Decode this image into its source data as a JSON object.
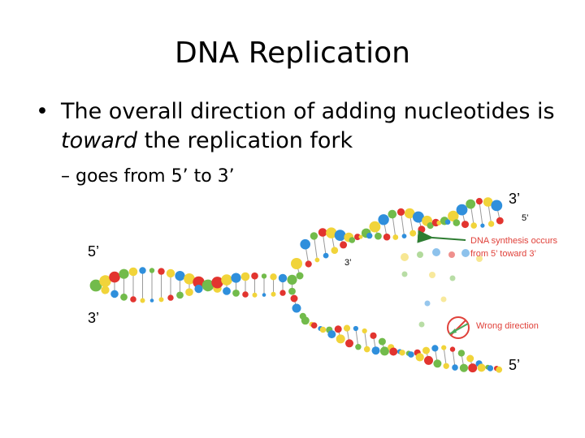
{
  "slide": {
    "title": "DNA Replication",
    "bullet": {
      "marker": "•",
      "text_before": "The overall direction of adding nucleotides is ",
      "text_italic": "toward",
      "text_after": " the replication fork"
    },
    "sub_bullet": {
      "dash": "–",
      "text": "goes from 5’ to 3’"
    }
  },
  "diagram": {
    "labels": {
      "left_top": "5’",
      "left_bottom": "3’",
      "top_strand_3": "3’",
      "top_strand_5": "5’",
      "fork_3": "3’",
      "bottom_5": "5’"
    },
    "annotations": {
      "correct_line1": "DNA synthesis occurs",
      "correct_line2": "from 5’ toward 3’",
      "wrong": "Wrong direction"
    },
    "colors": {
      "blue": "#2f8fdc",
      "yellow": "#f1d43a",
      "red": "#e2342f",
      "green": "#72bb4b",
      "arrow_green": "#2e7d32",
      "annotation_text": "#e0413a",
      "annotation_green": "#4aaa5b",
      "rung": "#9a9a9a"
    }
  }
}
